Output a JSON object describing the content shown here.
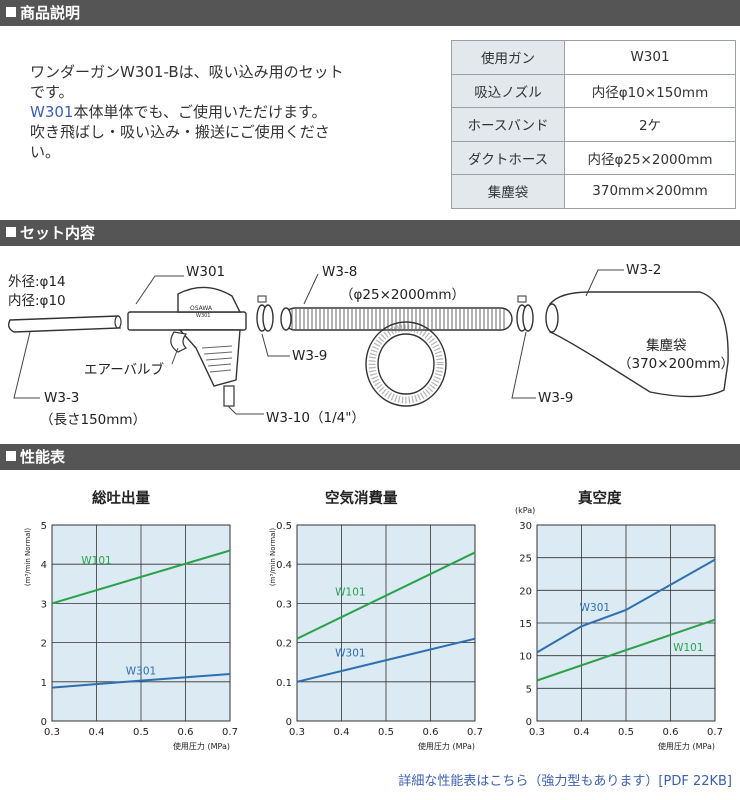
{
  "sections": {
    "description_title": "商品説明",
    "set_title": "セット内容",
    "performance_title": "性能表"
  },
  "description": {
    "line1": "ワンダーガンW301-Bは、吸い込み用のセット",
    "line2": "です。",
    "line3_link": "W301",
    "line3_rest": "本体単体でも、ご使用いただけます。",
    "line4": "吹き飛ばし・吸い込み・搬送にご使用くださ",
    "line5": "い。"
  },
  "spec_table": [
    {
      "key": "使用ガン",
      "value": "W301"
    },
    {
      "key": "吸込ノズル",
      "value": "内径φ10×150mm"
    },
    {
      "key": "ホースバンド",
      "value": "2ケ"
    },
    {
      "key": "ダクトホース",
      "value": "内径φ25×2000mm"
    },
    {
      "key": "集塵袋",
      "value": "370mm×200mm"
    }
  ],
  "diagram_labels": {
    "outer_dia": "外径:φ14",
    "inner_dia": "内径:φ10",
    "w301": "W301",
    "w3_8": "W3-8",
    "w3_8_size": "（φ25×2000mm）",
    "w3_2": "W3-2",
    "bag": "集塵袋",
    "bag_size": "（370×200mm）",
    "air_valve": "エアーバルブ",
    "w3_9_left": "W3-9",
    "w3_9_right": "W3-9",
    "w3_3": "W3-3",
    "w3_3_length": "（長さ150mm）",
    "w3_10": "W3-10（1/4\"）",
    "gun_brand": "OSAWA",
    "gun_model": "W301"
  },
  "colors": {
    "header_bg": "#555555",
    "table_key_bg": "#e2e8ec",
    "chart_bg": "#dbeaf3",
    "w101": "#2aa24a",
    "w301": "#2e6fb0",
    "link": "#3b5fae"
  },
  "chart_data": [
    {
      "type": "line",
      "title": "総吐出量",
      "ylabel": "(m³/min Normal)",
      "xlabel": "使用圧力 (MPa)",
      "xlim": [
        0.3,
        0.7
      ],
      "ylim": [
        0,
        5
      ],
      "xticks": [
        "0.3",
        "0.4",
        "0.5",
        "0.6",
        "0.7"
      ],
      "yticks": [
        "0",
        "1",
        "2",
        "3",
        "4",
        "5"
      ],
      "grid": true,
      "series": [
        {
          "name": "W101",
          "color": "#2aa24a",
          "x": [
            0.3,
            0.7
          ],
          "y": [
            3.0,
            4.35
          ],
          "label_at": [
            0.4,
            4.0
          ]
        },
        {
          "name": "W301",
          "color": "#2e6fb0",
          "x": [
            0.3,
            0.5,
            0.7
          ],
          "y": [
            0.85,
            1.03,
            1.2
          ],
          "label_at": [
            0.5,
            1.18
          ]
        }
      ]
    },
    {
      "type": "line",
      "title": "空気消費量",
      "ylabel": "(m³/min Normal)",
      "xlabel": "使用圧力 (MPa)",
      "xlim": [
        0.3,
        0.7
      ],
      "ylim": [
        0,
        0.5
      ],
      "xticks": [
        "0.3",
        "0.4",
        "0.5",
        "0.6",
        "0.7"
      ],
      "yticks": [
        "0",
        "0.1",
        "0.2",
        "0.3",
        "0.4",
        "0.5"
      ],
      "grid": true,
      "series": [
        {
          "name": "W101",
          "color": "#2aa24a",
          "x": [
            0.3,
            0.7
          ],
          "y": [
            0.21,
            0.43
          ],
          "label_at": [
            0.42,
            0.32
          ]
        },
        {
          "name": "W301",
          "color": "#2e6fb0",
          "x": [
            0.3,
            0.7
          ],
          "y": [
            0.1,
            0.21
          ],
          "label_at": [
            0.42,
            0.165
          ]
        }
      ]
    },
    {
      "type": "line",
      "title": "真空度",
      "ylabel": "(kPa)",
      "xlabel": "使用圧力 (MPa)",
      "xlim": [
        0.3,
        0.7
      ],
      "ylim": [
        0,
        30
      ],
      "xticks": [
        "0.3",
        "0.4",
        "0.5",
        "0.6",
        "0.7"
      ],
      "yticks": [
        "0",
        "5",
        "10",
        "15",
        "20",
        "25",
        "30"
      ],
      "grid": true,
      "series": [
        {
          "name": "W301",
          "color": "#2e6fb0",
          "x": [
            0.3,
            0.4,
            0.5,
            0.7
          ],
          "y": [
            10.5,
            14.5,
            17.0,
            24.7
          ],
          "label_at": [
            0.43,
            16.8
          ]
        },
        {
          "name": "W101",
          "color": "#2aa24a",
          "x": [
            0.3,
            0.7
          ],
          "y": [
            6.2,
            15.5
          ],
          "label_at": [
            0.64,
            10.7
          ]
        }
      ]
    }
  ],
  "footer": {
    "link_text": "詳細な性能表はこちら（強力型もあります）[PDF 22KB]"
  }
}
